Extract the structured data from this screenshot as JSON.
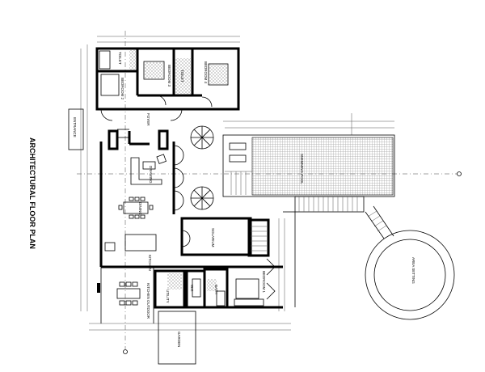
{
  "title": "ARCHITECTURAL FLOOR PLAN",
  "rooms": {
    "bedroom1": "BEDROOM 1",
    "bedroom2": "BEDROOM 2",
    "bedroom3": "BEDROOM 3",
    "bedroom4": "BEDROOM 4",
    "toilet": "TOILET",
    "foyer": "FOYER",
    "entrance": "ENTRANCE",
    "drawing": "DRAWING",
    "dining": "DINING",
    "kitchen": "KITCHEN",
    "kitchen_outdoor": "KITCHEN OUTDOOR",
    "utility": "UTILITY",
    "wc": "W.C",
    "bath": "BATH",
    "solarium": "SOLARIUM",
    "garden": "GARDEN",
    "pool": "SWIMMING POOL",
    "area_setting": "AREA SETTING"
  }
}
